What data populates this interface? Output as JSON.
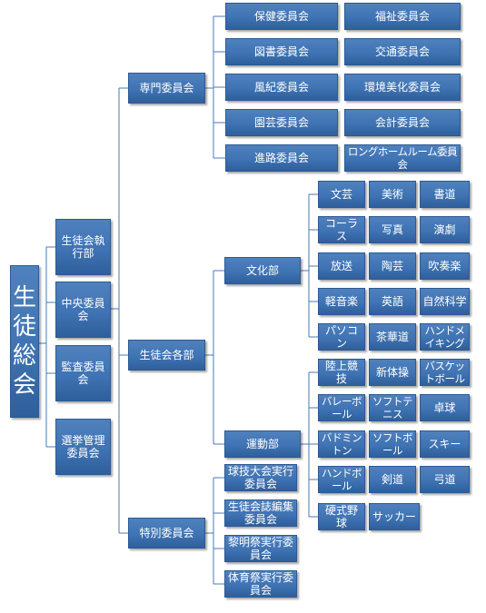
{
  "root": "生徒総会",
  "level1": [
    "生徒会執行部",
    "中央委員会",
    "監査委員会",
    "選挙管理委員会"
  ],
  "level2": [
    "専門委員会",
    "生徒会各部",
    "特別委員会"
  ],
  "senmon": [
    [
      "保健委員会",
      "福祉委員会"
    ],
    [
      "図書委員会",
      "交通委員会"
    ],
    [
      "風紀委員会",
      "環境美化委員会"
    ],
    [
      "園芸委員会",
      "会計委員会"
    ],
    [
      "進路委員会",
      "ロングホームルーム委員会"
    ]
  ],
  "bukai": {
    "bunka": "文化部",
    "undo": "運動部"
  },
  "bunka_clubs": [
    [
      "文芸",
      "美術",
      "書道"
    ],
    [
      "コーラス",
      "写真",
      "演劇"
    ],
    [
      "放送",
      "陶芸",
      "吹奏楽"
    ],
    [
      "軽音楽",
      "英語",
      "自然科学"
    ],
    [
      "パソコン",
      "茶華道",
      "ハンドメイキング"
    ]
  ],
  "undo_clubs": [
    [
      "陸上競技",
      "新体操",
      "バスケットボール"
    ],
    [
      "バレーボール",
      "ソフトテニス",
      "卓球"
    ],
    [
      "バドミントン",
      "ソフトボール",
      "スキー"
    ],
    [
      "ハンドボール",
      "剣道",
      "弓道"
    ],
    [
      "硬式野球",
      "サッカー"
    ]
  ],
  "tokubetsu": [
    "球技大会実行委員会",
    "生徒会誌編集委員会",
    "黎明祭実行委員会",
    "体育祭実行委員会"
  ]
}
